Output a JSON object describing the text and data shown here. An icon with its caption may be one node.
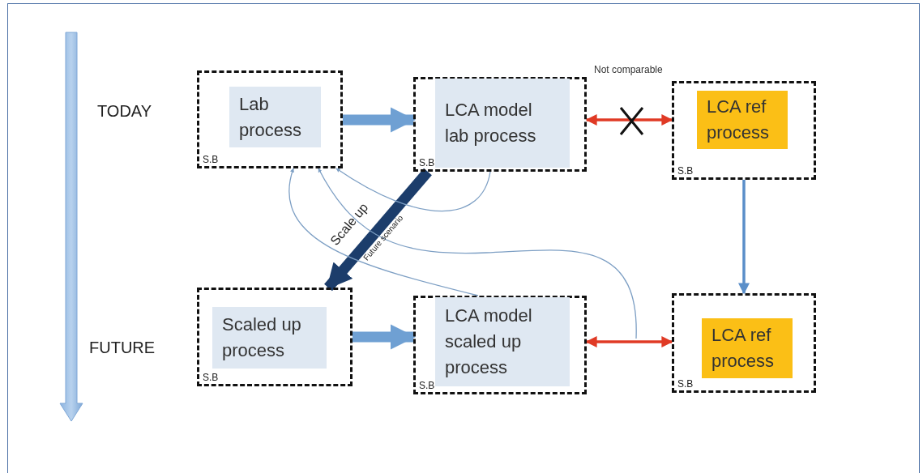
{
  "diagram": {
    "nodes": [
      {
        "text": [
          "S.B"
        ]
      },
      {
        "text": [
          "Lab process"
        ],
        "in": 0
      },
      {
        "text": [
          "S.B"
        ]
      },
      {
        "text": [
          "LCA model lab process"
        ],
        "in": 2
      },
      {
        "text": [
          "S.B"
        ]
      },
      {
        "text": [
          "LCA ref process"
        ],
        "in": 4
      },
      {
        "text": [
          "S.B"
        ]
      },
      {
        "text": [
          "Scaled up process"
        ],
        "in": 6
      },
      {
        "text": [
          "S.B"
        ]
      },
      {
        "text": [
          "LCA model scaled up process"
        ],
        "in": 8
      },
      {
        "text": [
          "S.B"
        ]
      },
      {
        "text": [
          "LCA ref process"
        ],
        "in": 10
      }
    ],
    "edges": [
      {
        "from": 0,
        "to": 2,
        "arrow": "to",
        "style": "thick",
        "color": "#6fa0d3"
      },
      {
        "from": 2,
        "to": 4,
        "arrow": "both",
        "label": "Not comparable",
        "color": "#e03a25"
      },
      {
        "from": 4,
        "to": 10,
        "arrow": "to",
        "color": "#5b8fc9"
      },
      {
        "from": 6,
        "to": 8,
        "arrow": "to",
        "style": "thick",
        "color": "#6fa0d3"
      },
      {
        "from": 8,
        "to": 10,
        "arrow": "both",
        "color": "#e03a25"
      },
      {
        "from": 2,
        "to": 6,
        "arrow": "to",
        "style": "thick",
        "label": "Scale up",
        "color": "#1c3d6b"
      },
      {
        "from": 2,
        "to": 0,
        "arrow": "to"
      },
      {
        "from": null,
        "to": 0,
        "arrow": "to"
      },
      {
        "from": 8,
        "to": 0,
        "arrow": "to"
      }
    ],
    "labels": [
      "TODAY",
      "FUTURE",
      "Future scenario"
    ]
  }
}
